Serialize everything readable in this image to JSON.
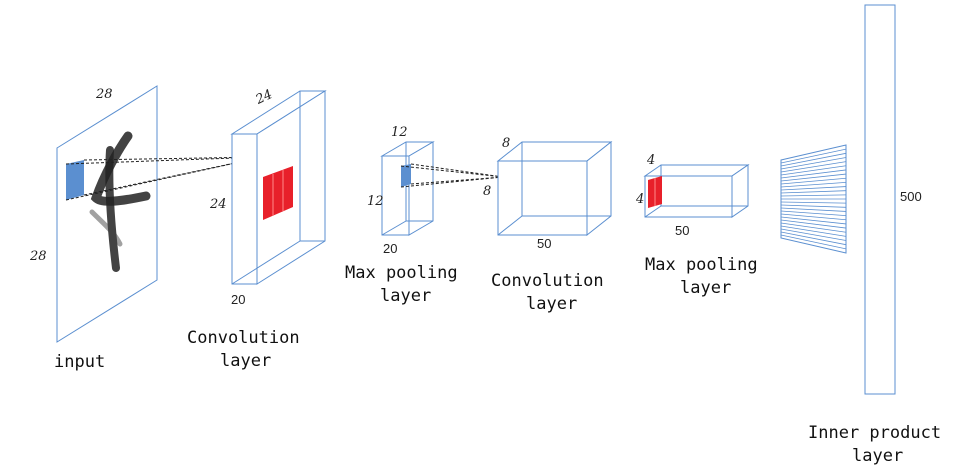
{
  "layers": {
    "input": {
      "caption": "input",
      "dim_top": "28",
      "dim_left": "28"
    },
    "conv1": {
      "caption_line1": "Convolution",
      "caption_line2": "layer",
      "dim_top": "24",
      "dim_left": "24",
      "depth": "20"
    },
    "pool1": {
      "caption_line1": "Max pooling",
      "caption_line2": "layer",
      "dim_top": "12",
      "dim_left": "12",
      "depth": "20"
    },
    "conv2": {
      "caption_line1": "Convolution",
      "caption_line2": "layer",
      "dim_top": "8",
      "dim_left": "8",
      "depth": "50"
    },
    "pool2": {
      "caption_line1": "Max pooling",
      "caption_line2": "layer",
      "dim_top": "4",
      "dim_left": "4",
      "depth": "50"
    },
    "fc": {
      "caption_line1": "Inner product",
      "caption_line2": "layer",
      "size": "500"
    }
  },
  "colors": {
    "edge": "#5b8fd0",
    "kernel_blue": "#5b8fd0",
    "kernel_red": "#e8202a"
  }
}
